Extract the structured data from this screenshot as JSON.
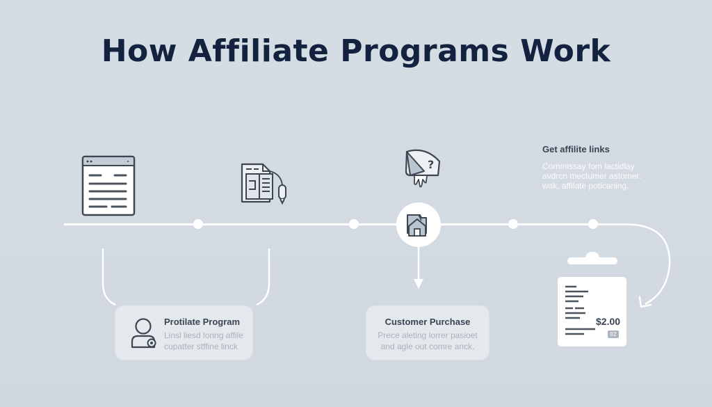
{
  "title": "How Affiliate Programs Work",
  "colors": {
    "background": "#d3dae2",
    "title": "#13223f",
    "icon_stroke": "#3d4650",
    "connector": "#ffffff",
    "card": "#e4e9ee",
    "card_title": "#3a4452",
    "card_desc": "#a9b1ba"
  },
  "steps": [
    {
      "icon": "browser-window-icon"
    },
    {
      "icon": "document-form-icon"
    },
    {
      "icon": "envelope-question-icon"
    },
    {
      "icon": "store-house-icon"
    }
  ],
  "info_block": {
    "title": "Get affilite links",
    "lines": [
      "Commissay fom lactidlay",
      "avdrcn mectumer astomer.",
      "wak, affilate poticaning."
    ]
  },
  "cards": [
    {
      "icon": "user-icon",
      "title": "Protilate Program",
      "lines": [
        "Linsl liesd loring affile",
        "cupatter stffine linck"
      ]
    },
    {
      "title": "Customer Purchase",
      "lines": [
        "Prece aleting lorrer pasioet",
        "and agle out comre anck."
      ]
    }
  ],
  "receipt": {
    "amount": "$2.00",
    "badge": "02"
  }
}
